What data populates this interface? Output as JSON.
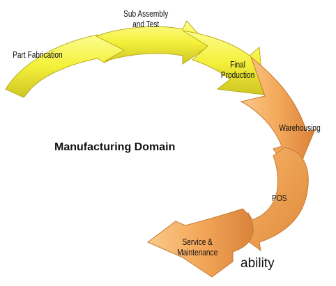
{
  "diagram": {
    "center_label": "Manufacturing Domain",
    "stages": [
      {
        "id": "part-fabrication",
        "line1": "Part Fabrication",
        "line2": ""
      },
      {
        "id": "sub-assembly",
        "line1": "Sub Assembly",
        "line2": "and Test"
      },
      {
        "id": "final-production",
        "line1": "Final",
        "line2": "Production"
      },
      {
        "id": "warehousing",
        "line1": "Warehousing",
        "line2": ""
      },
      {
        "id": "pos",
        "line1": "POS",
        "line2": ""
      },
      {
        "id": "service-maintenance",
        "line1": "Service &",
        "line2": "Maintenance"
      }
    ],
    "clipped_text": "ability",
    "colors": {
      "yellow_light": "#fbfb6e",
      "yellow_mid": "#f3ef2f",
      "yellow_dark": "#c9c020",
      "orange_light": "#f8c27a",
      "orange_mid": "#f2a04a",
      "orange_dark": "#d27c2c"
    }
  }
}
